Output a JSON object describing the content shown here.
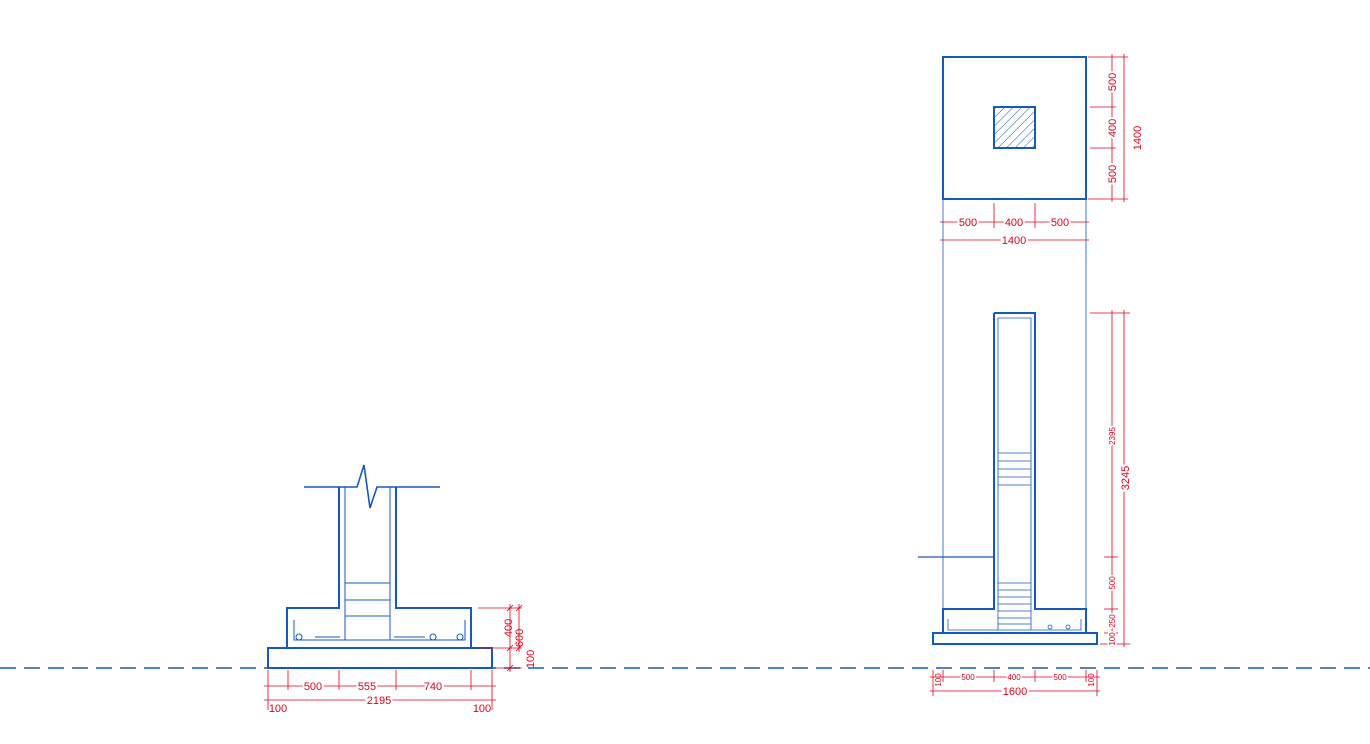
{
  "colors": {
    "structure": "#1558c0",
    "dimension": "#e0001b",
    "background": "#ffffff"
  },
  "section_view": {
    "dims": {
      "h400": "400",
      "h600": "600",
      "h100": "100",
      "w500": "500",
      "w555": "555",
      "w740": "740",
      "w2195": "2195",
      "left100": "100",
      "right100": "100"
    }
  },
  "plan_view": {
    "dims": {
      "v500a": "500",
      "v400": "400",
      "v500b": "500",
      "v1400": "1400",
      "h500a": "500",
      "h400": "400",
      "h500b": "500",
      "h1400": "1400"
    }
  },
  "elevation_view": {
    "dims": {
      "v2395": "2395",
      "v3245": "3245",
      "v500": "500",
      "v250": "250",
      "v100": "100",
      "b100a": "100",
      "b500a": "500",
      "b400": "400",
      "b500b": "500",
      "b100b": "100",
      "b1600": "1600"
    }
  }
}
